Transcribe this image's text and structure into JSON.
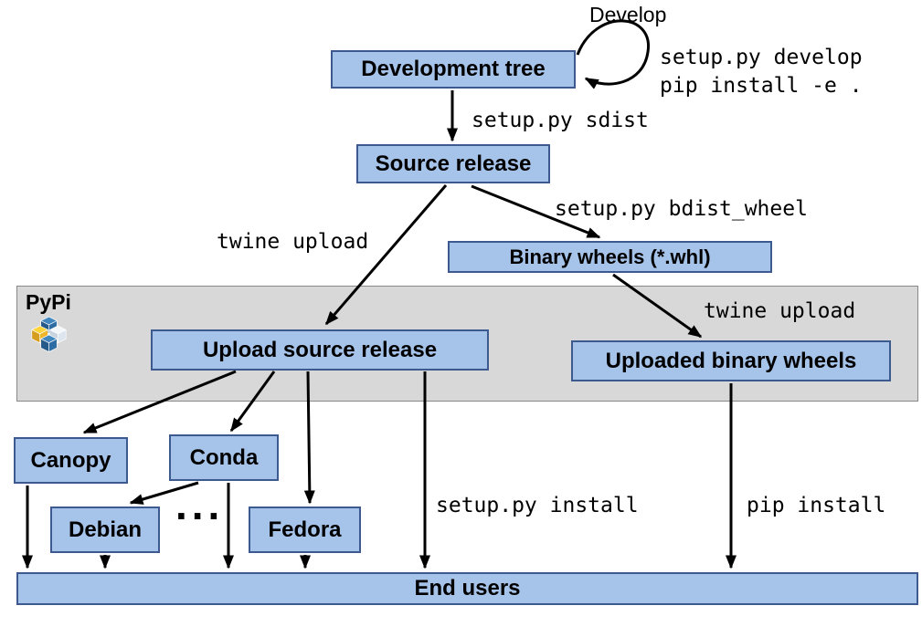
{
  "nodes": {
    "development_tree": "Development tree",
    "source_release": "Source release",
    "binary_wheels": "Binary wheels (*.whl)",
    "upload_source_release": "Upload source release",
    "uploaded_binary_wheels": "Uploaded binary wheels",
    "canopy": "Canopy",
    "conda": "Conda",
    "debian": "Debian",
    "fedora": "Fedora",
    "end_users": "End users"
  },
  "region": {
    "pypi_label": "PyPi"
  },
  "edge_labels": {
    "develop": "Develop",
    "develop_cmd_1": "setup.py develop",
    "develop_cmd_2": "pip install -e .",
    "sdist": "setup.py sdist",
    "twine_upload_source": "twine upload",
    "bdist_wheel": "setup.py bdist_wheel",
    "twine_upload_wheels": "twine upload",
    "setup_install": "setup.py install",
    "pip_install": "pip install",
    "ellipsis": "..."
  },
  "colors": {
    "node_fill": "#a6c3ea",
    "node_border": "#3c5a8f",
    "region_fill": "#d8d8d8",
    "region_border": "#888888",
    "arrow": "#000000",
    "pypi_blue": "#3775a9",
    "pypi_yellow": "#ffd43b"
  }
}
